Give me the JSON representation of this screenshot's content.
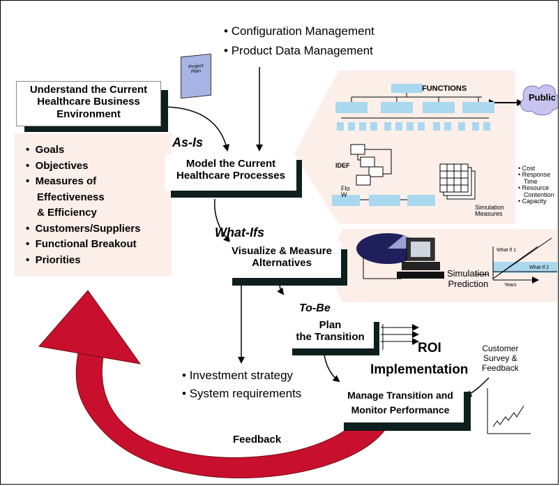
{
  "top_bullets": [
    "Configuration Management",
    "Product Data Management"
  ],
  "project_plan": [
    "Project",
    "Plan"
  ],
  "understand_box": [
    "Understand the Current",
    "Healthcare Business",
    "Environment"
  ],
  "left_bullets": [
    "Goals",
    "Objectives",
    "Measures of",
    "Effectiveness",
    "& Efficiency",
    "Customers/Suppliers",
    "Functional Breakout",
    "Priorities"
  ],
  "as_is": "As-Is",
  "model_box": [
    "Model the Current",
    "Healthcare Processes"
  ],
  "functions_label": "FUNCTIONS",
  "public_label": "Public",
  "idef_label": "IDEF",
  "flow_label": [
    "Flo",
    "W"
  ],
  "measures": [
    "Cost",
    "Response",
    "Time",
    "Resource",
    "Contention",
    "Capacity"
  ],
  "simulation_measures": [
    "Simulation",
    "Measures"
  ],
  "what_ifs": "What-Ifs",
  "visualize_box": [
    "Visualize & Measure",
    "Alternatives"
  ],
  "simulation_prediction": [
    "Simulation",
    "Prediction"
  ],
  "whatif_labels": [
    "What If 1",
    "What If 2"
  ],
  "years_label": "Years",
  "to_be": "To-Be",
  "plan_box": [
    "Plan",
    "the Transition"
  ],
  "roi": "ROI",
  "implementation": "Implementation",
  "customer_survey": [
    "Customer",
    "Survey &",
    "Feedback"
  ],
  "bottom_bullets": [
    "Investment strategy",
    "System requirements"
  ],
  "manage_box": [
    "Manage Transition and",
    "Monitor Performance"
  ],
  "feedback": "Feedback",
  "colors": {
    "arrow_red": "#c8102e",
    "panel_pink": "#fcefe9",
    "box_blue": "#a9d8ef",
    "shadow": "#0d1f1f",
    "doc_blue": "#a8b4e6"
  }
}
